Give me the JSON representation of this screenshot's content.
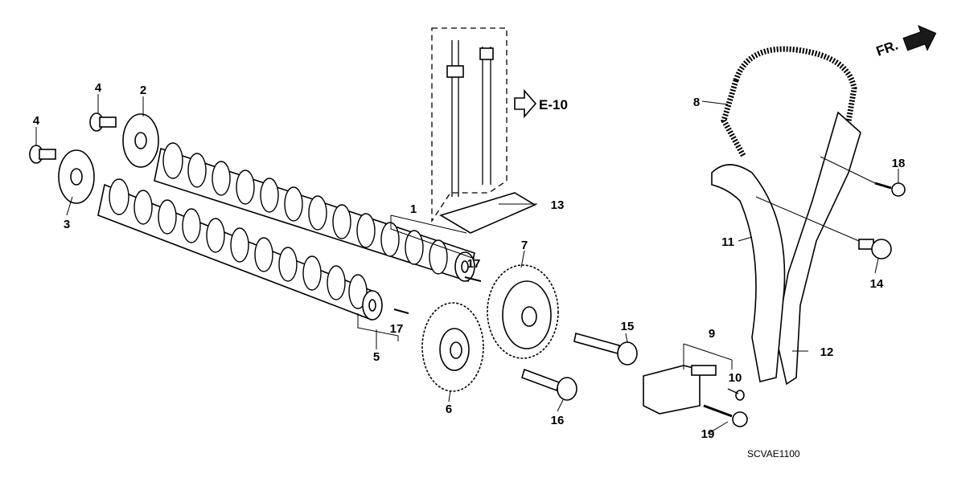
{
  "callouts": {
    "c1": "1",
    "c2": "2",
    "c3": "3",
    "c4a": "4",
    "c4b": "4",
    "c5": "5",
    "c6": "6",
    "c7": "7",
    "c8": "8",
    "c9": "9",
    "c10": "10",
    "c11": "11",
    "c12": "12",
    "c13": "13",
    "c14": "14",
    "c15": "15",
    "c16": "16",
    "c17a": "17",
    "c17b": "17",
    "c18": "18",
    "c19": "19"
  },
  "reference": {
    "label": "E-10",
    "icon": "hollow-arrow-right-icon"
  },
  "direction": {
    "label": "FR.",
    "icon": "solid-arrow-right-icon"
  },
  "diagram_code": "SCVAE1100"
}
